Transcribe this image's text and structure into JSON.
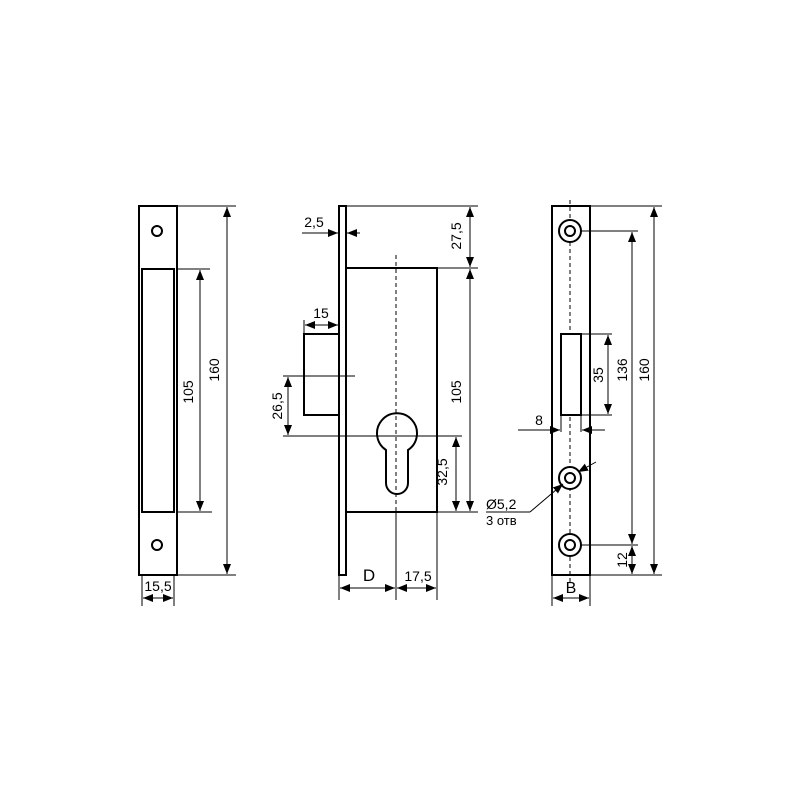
{
  "strike_plate": {
    "total_length": "160",
    "opening_length": "105",
    "width": "15,5"
  },
  "lock_body": {
    "faceplate_thickness": "2,5",
    "top_offset": "27,5",
    "body_length": "105",
    "bolt_projection": "15",
    "bolt_offset": "26,5",
    "cylinder_offset": "32,5",
    "backset": "D",
    "cylinder_to_edge": "17,5"
  },
  "faceplate": {
    "total_length": "160",
    "hole_spacing": "136",
    "slot_length": "35",
    "slot_width": "8",
    "bottom_offset": "12",
    "width": "B",
    "hole_diameter": "Ø5,2",
    "hole_count": "3 отв"
  }
}
